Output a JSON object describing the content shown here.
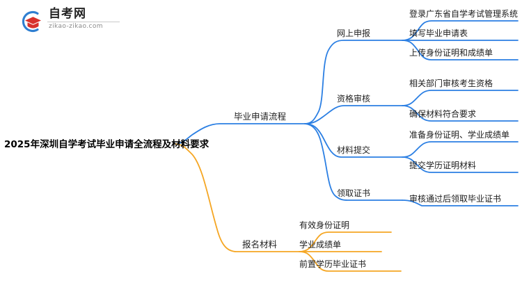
{
  "brand": {
    "name": "自考网",
    "url": "zikao-zikao.com",
    "logo_icon": "graduation-cap-logo-icon",
    "ring_color": "#2f7fd1",
    "cap_color": "#d8322c"
  },
  "colors": {
    "branch_blue": "#2b7fe3",
    "branch_orange": "#f5a623",
    "text": "#1b1b1b",
    "background": "#ffffff"
  },
  "mindmap": {
    "type": "mindmap",
    "root": {
      "label": "2025年深圳自学考试毕业申请全流程及材料要求"
    },
    "branches": [
      {
        "label": "毕业申请流程",
        "color": "#2b7fe3",
        "children": [
          {
            "label": "网上申报",
            "leaves": [
              "登录广东省自学考试管理系统",
              "填写毕业申请表",
              "上传身份证明和成绩单"
            ]
          },
          {
            "label": "资格审核",
            "leaves": [
              "相关部门审核考生资格",
              "确保材料符合要求"
            ]
          },
          {
            "label": "材料提交",
            "leaves": [
              "准备身份证明、学业成绩单",
              "提交学历证明材料"
            ]
          },
          {
            "label": "领取证书",
            "leaves": [
              "审核通过后领取毕业证书"
            ]
          }
        ]
      },
      {
        "label": "报名材料",
        "color": "#f5a623",
        "children": [
          {
            "label": "有效身份证明",
            "leaves": []
          },
          {
            "label": "学业成绩单",
            "leaves": []
          },
          {
            "label": "前置学历毕业证书",
            "leaves": []
          }
        ]
      }
    ]
  }
}
